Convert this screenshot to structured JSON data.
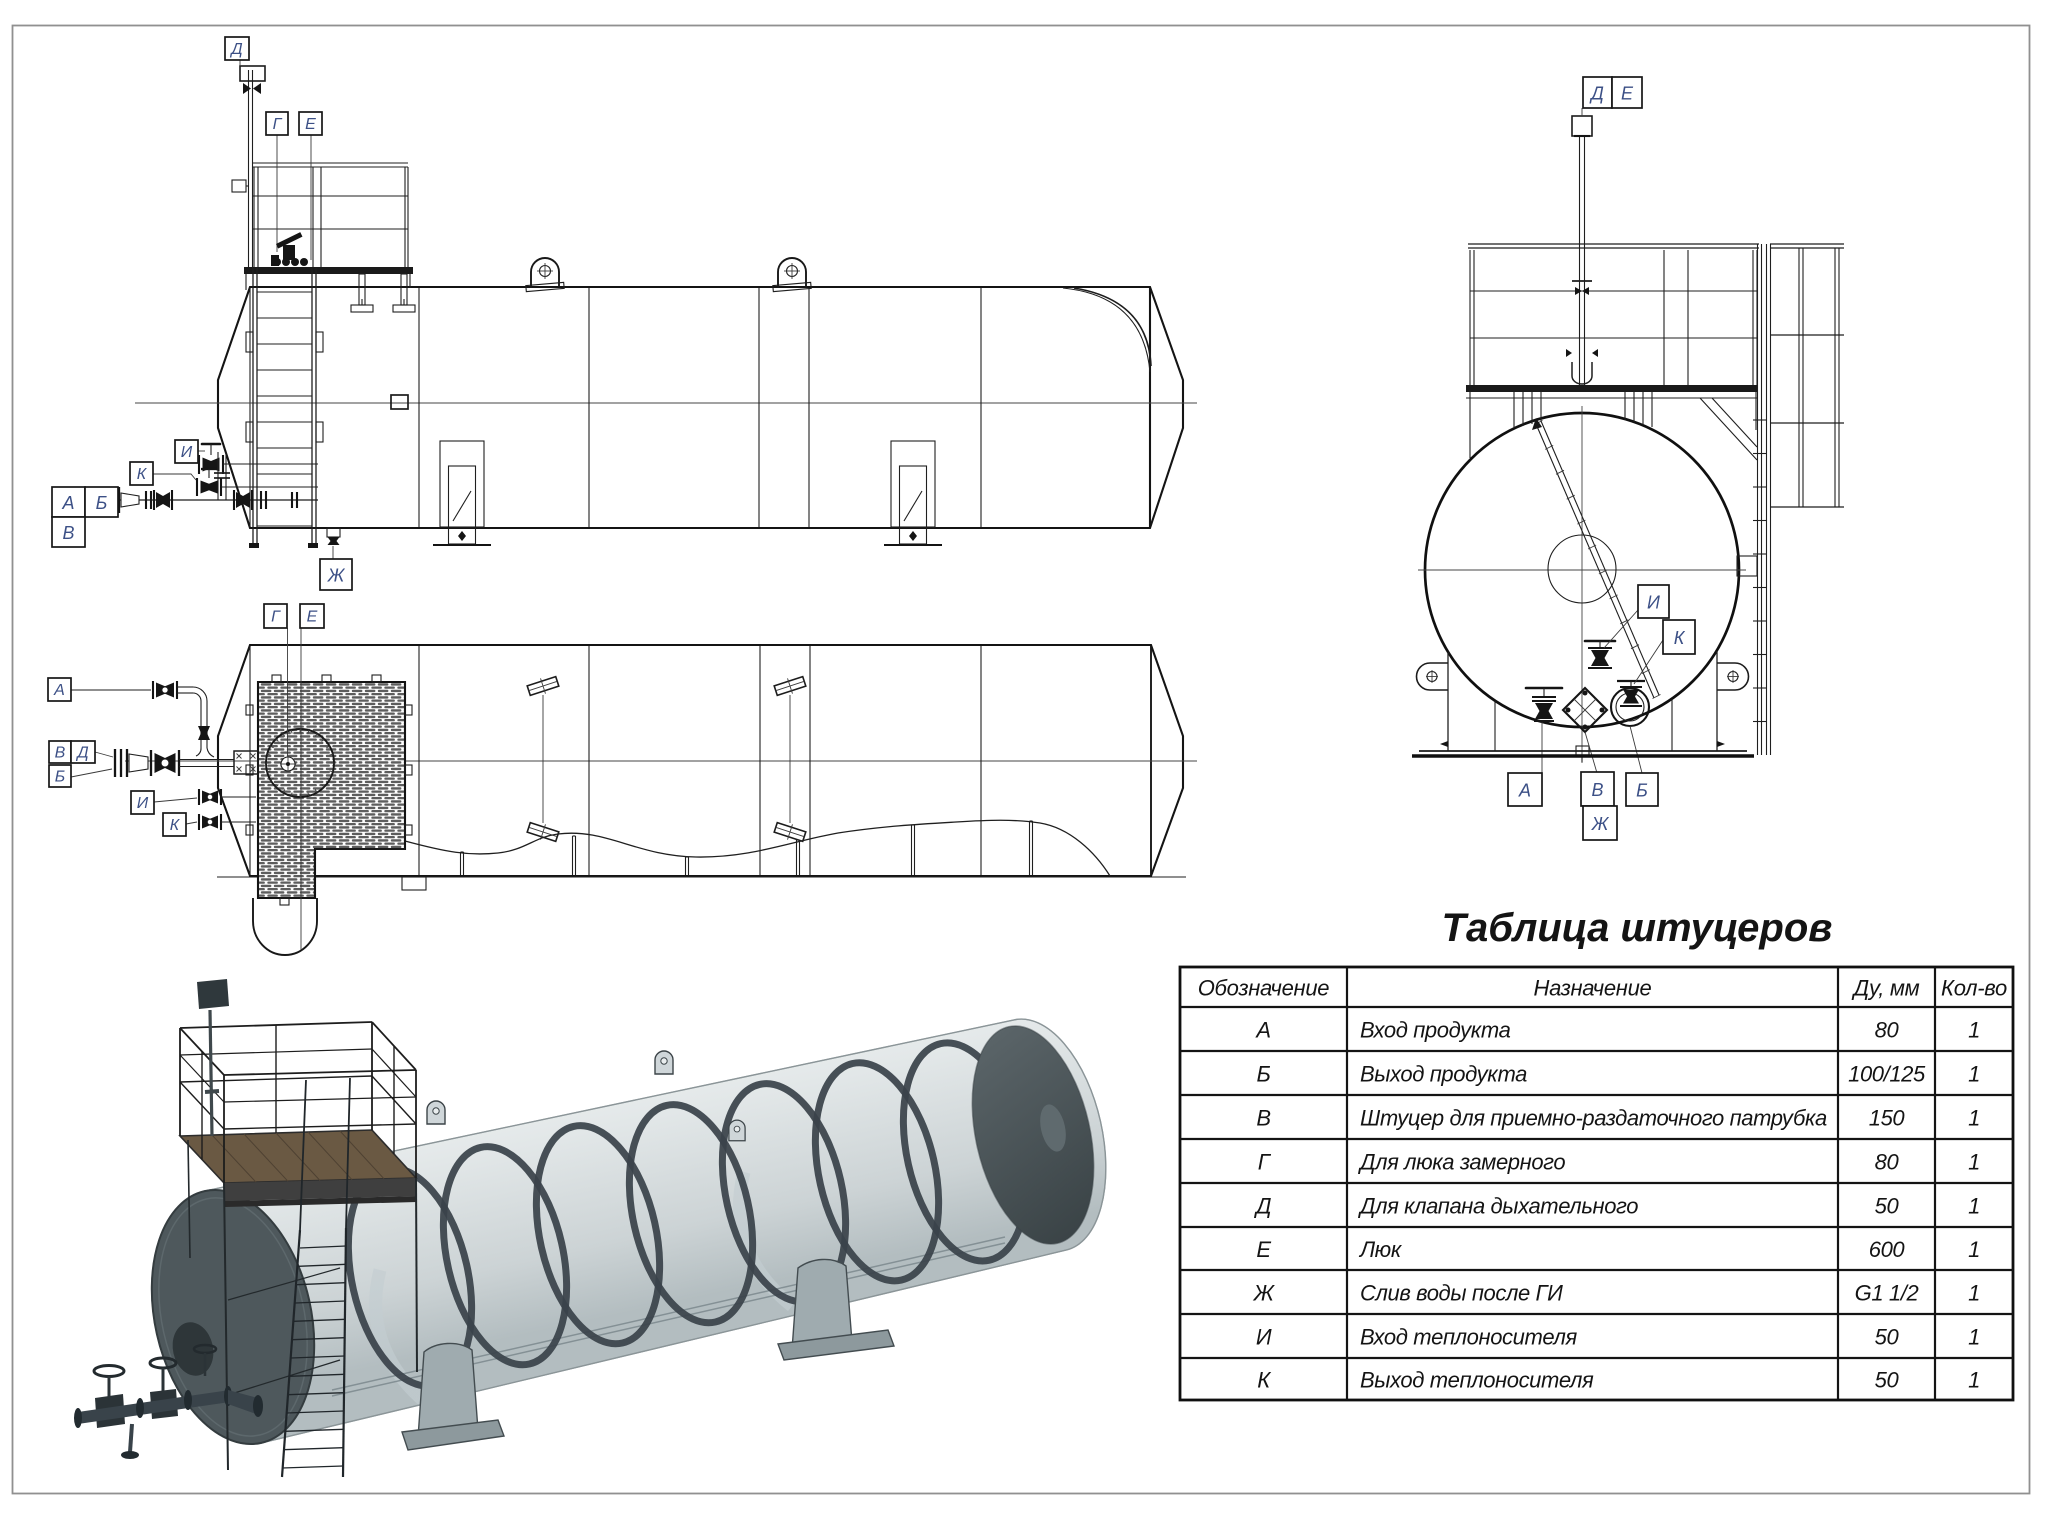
{
  "document": {
    "type": "Сборочный чертёж: горизонтальный резервуар с подогревателем",
    "background": "#ffffff"
  },
  "markers": {
    "a": "А",
    "b": "Б",
    "v": "В",
    "g": "Г",
    "d": "Д",
    "e": "Е",
    "zh": "Ж",
    "i": "И",
    "k": "К"
  },
  "table": {
    "title": "Таблица штуцеров",
    "columns": [
      "Обозначение",
      "Назначение",
      "Ду, мм",
      "Кол-во"
    ],
    "rows": [
      {
        "mark": "А",
        "purpose": "Вход продукта",
        "dn": "80",
        "qty": "1"
      },
      {
        "mark": "Б",
        "purpose": "Выход продукта",
        "dn": "100/125",
        "qty": "1"
      },
      {
        "mark": "В",
        "purpose": "Штуцер для приемно-раздаточного патрубка",
        "dn": "150",
        "qty": "1"
      },
      {
        "mark": "Г",
        "purpose": "Для люка замерного",
        "dn": "80",
        "qty": "1"
      },
      {
        "mark": "Д",
        "purpose": "Для клапана дыхательного",
        "dn": "50",
        "qty": "1"
      },
      {
        "mark": "Е",
        "purpose": "Люк",
        "dn": "600",
        "qty": "1"
      },
      {
        "mark": "Ж",
        "purpose": "Слив воды после ГИ",
        "dn": "G1 1/2",
        "qty": "1"
      },
      {
        "mark": "И",
        "purpose": "Вход теплоносителя",
        "dn": "50",
        "qty": "1"
      },
      {
        "mark": "К",
        "purpose": "Выход теплоносителя",
        "dn": "50",
        "qty": "1"
      }
    ]
  },
  "colors": {
    "line": "#1f1f1f",
    "marker_text": "#3c5086",
    "frame": "#909090",
    "shell_light": "#e7ebec",
    "head_dark": "#4e585c",
    "deck_brown": "#6a5943"
  }
}
